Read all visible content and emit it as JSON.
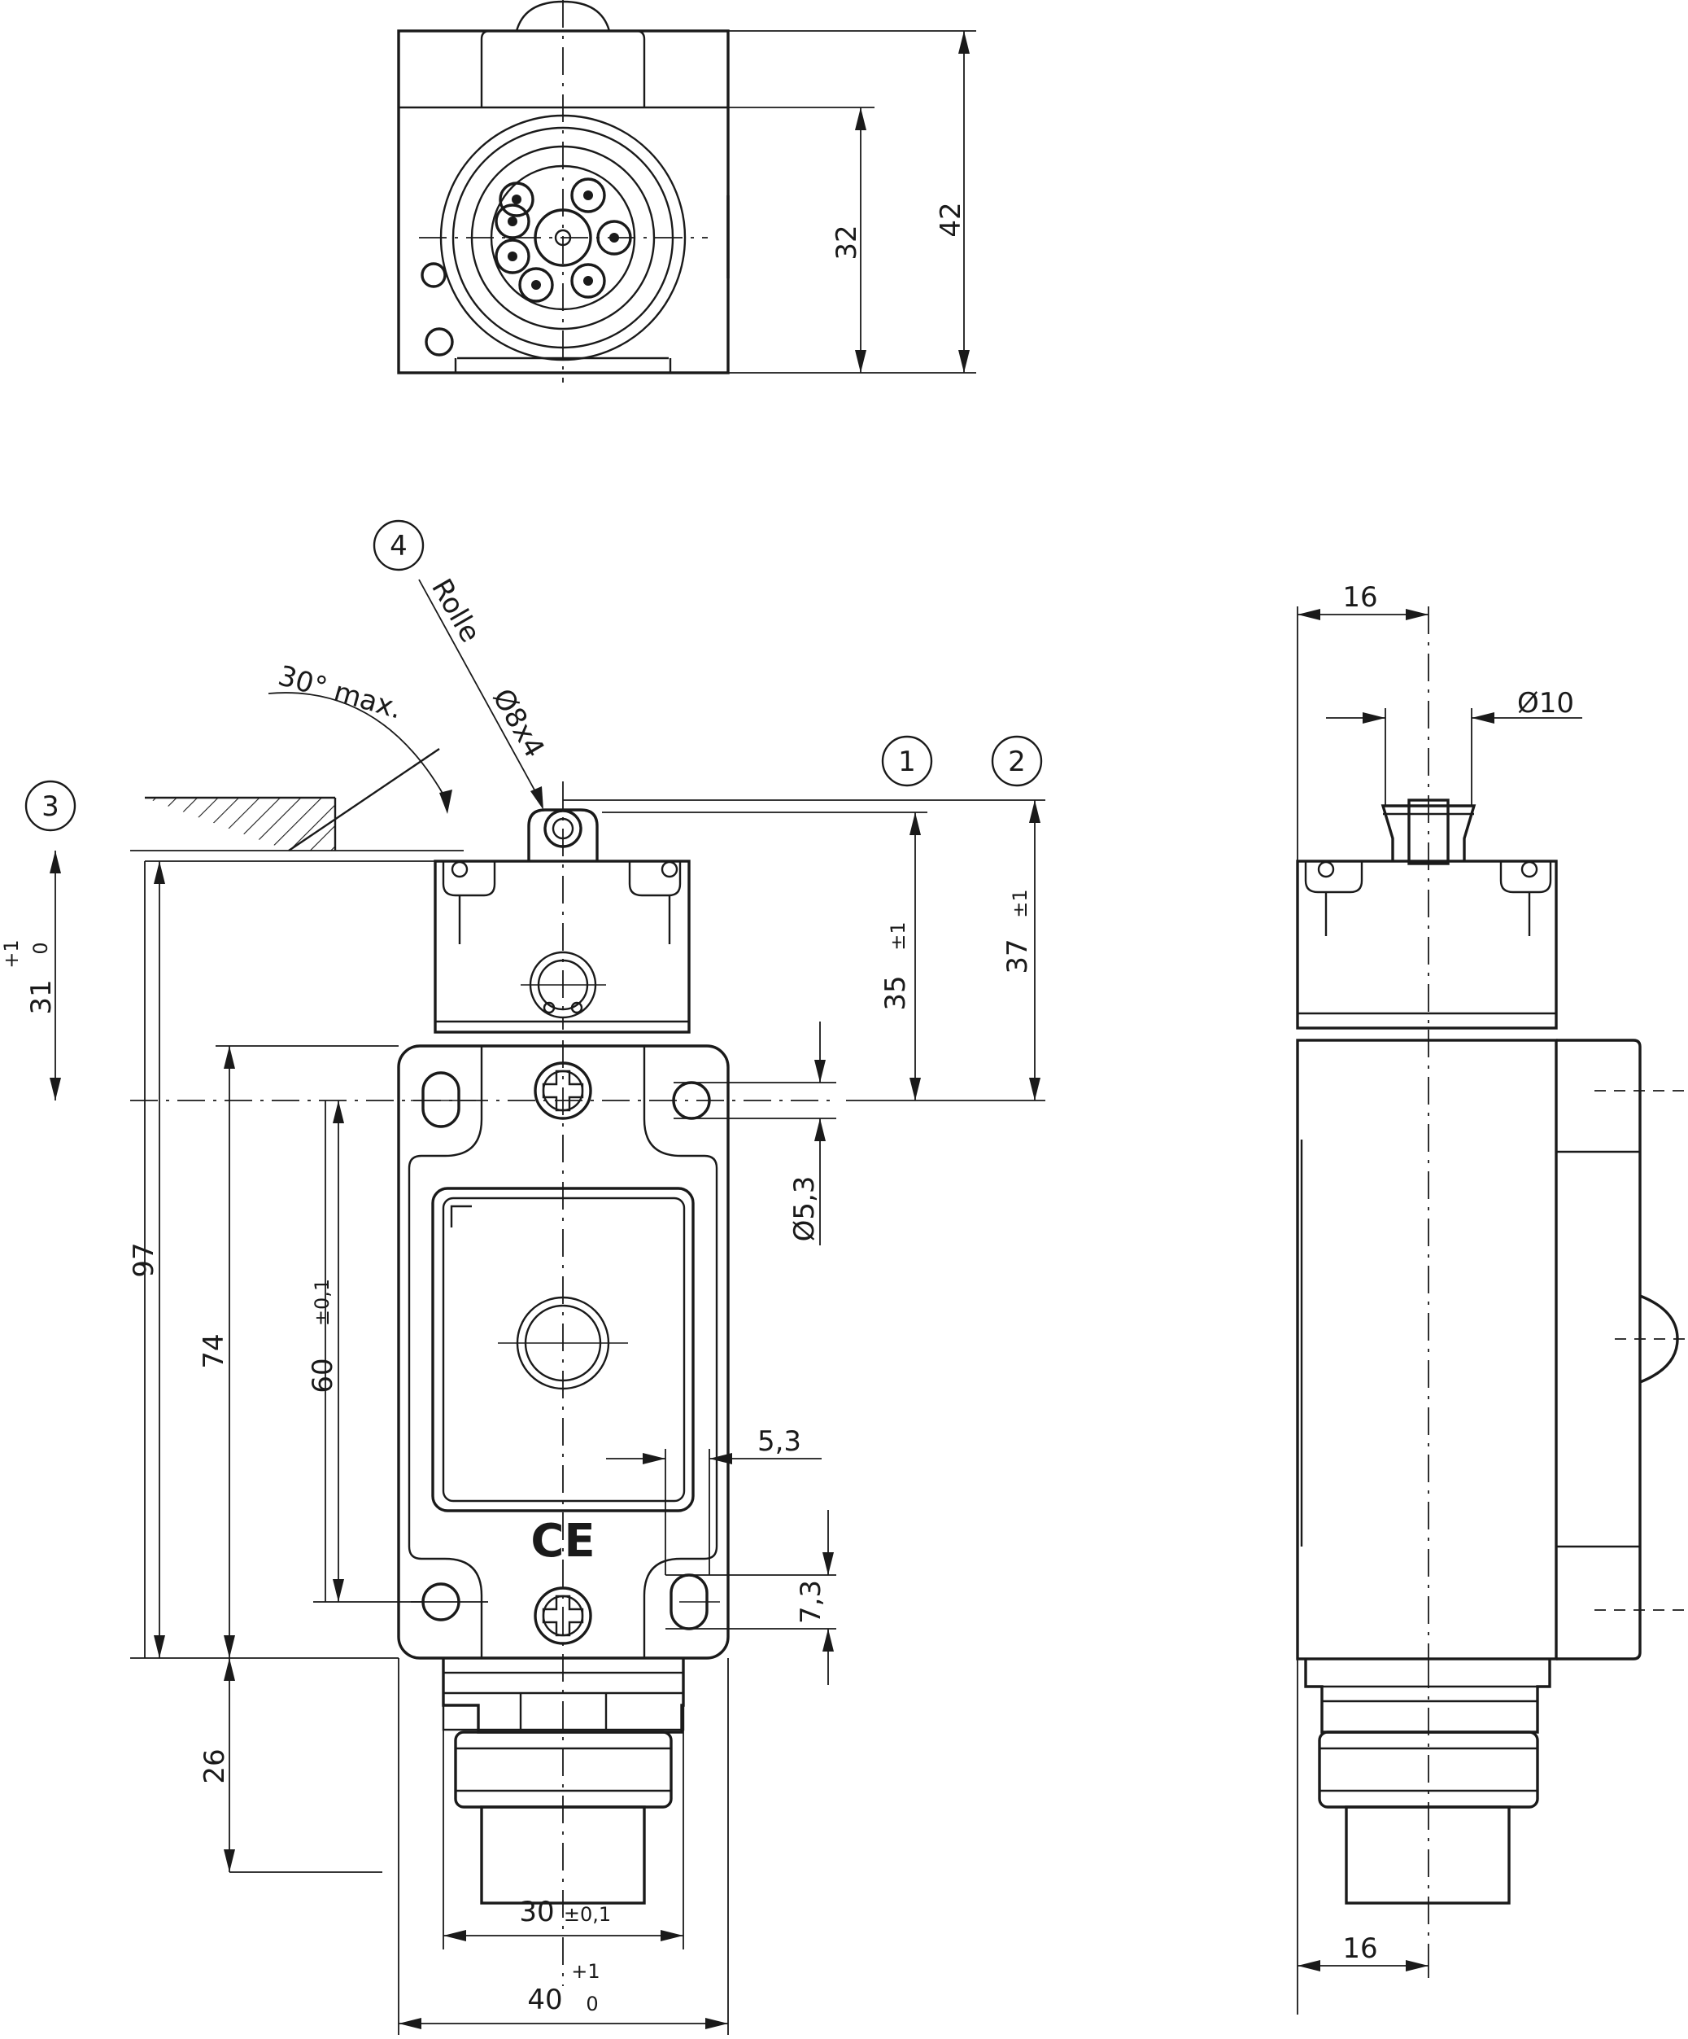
{
  "dimensions": {
    "top_height_32": "32",
    "top_height_42": "42",
    "width_16_top": "16",
    "dia_10": "Ø10",
    "height_35": "35",
    "tol_35": "±1",
    "height_37": "37",
    "tol_37": "±1",
    "height_31": "31",
    "tol_31_upper": "+1",
    "tol_31_lower": "0",
    "hole_dia": "Ø5,3",
    "height_97": "97",
    "height_74": "74",
    "height_60": "60",
    "tol_60": "±0,1",
    "slot_53": "5,3",
    "slot_73": "7,3",
    "height_26": "26",
    "width_30": "30",
    "tol_30": "±0,1",
    "width_40": "40",
    "tol_40_upper": "+1",
    "tol_40_lower": "0",
    "width_16_bottom": "16"
  },
  "callouts": {
    "c1": "1",
    "c2": "2",
    "c3": "3",
    "c4": "4"
  },
  "annotations": {
    "angle": "30° max.",
    "roller_name": "Rolle",
    "roller_size": "Ø8x4",
    "ce_mark": "CE"
  }
}
